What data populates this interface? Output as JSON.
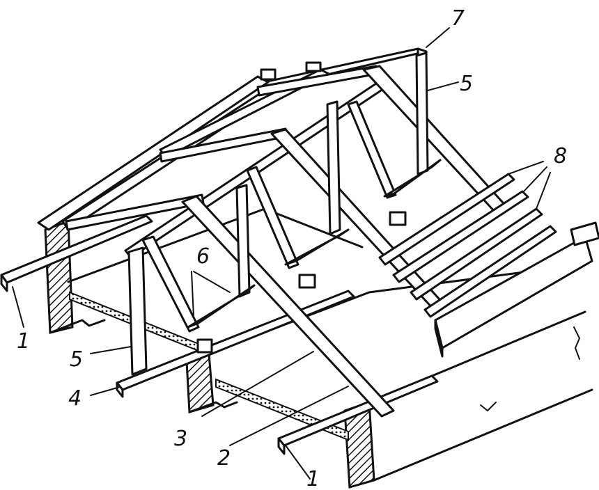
{
  "labels": {
    "rafter_left_lower": "1",
    "rafter_right_lower": "1",
    "label_2": "2",
    "label_3": "3",
    "label_4": "4",
    "post_left": "5",
    "post_right": "5",
    "label_6": "6",
    "label_7": "7",
    "label_8": "8"
  }
}
